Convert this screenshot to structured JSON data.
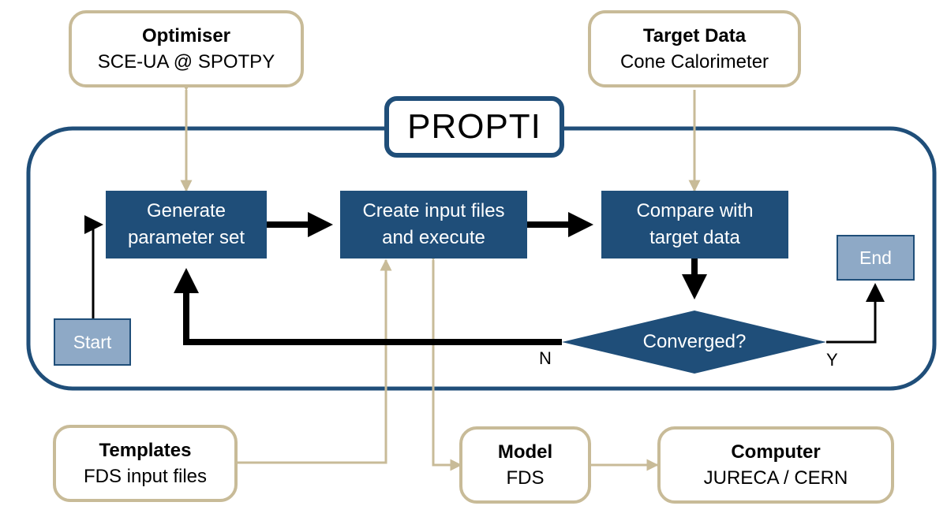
{
  "title": "PROPTI",
  "optimiser": {
    "title": "Optimiser",
    "subtitle": "SCE-UA @ SPOTPY"
  },
  "target_data": {
    "title": "Target Data",
    "subtitle": "Cone Calorimeter"
  },
  "templates": {
    "title": "Templates",
    "subtitle": "FDS input files"
  },
  "model": {
    "title": "Model",
    "subtitle": "FDS"
  },
  "computer": {
    "title": "Computer",
    "subtitle": "JURECA / CERN"
  },
  "steps": {
    "generate": [
      "Generate",
      "parameter set"
    ],
    "create": [
      "Create input files",
      "and execute"
    ],
    "compare": [
      "Compare with",
      "target data"
    ]
  },
  "start": "Start",
  "end": "End",
  "decision": "Converged?",
  "no_label": "N",
  "yes_label": "Y",
  "colors": {
    "primary": "#1f4e79",
    "light": "#8ea9c6",
    "beige": "#c8bb98",
    "arrow": "#000000"
  }
}
